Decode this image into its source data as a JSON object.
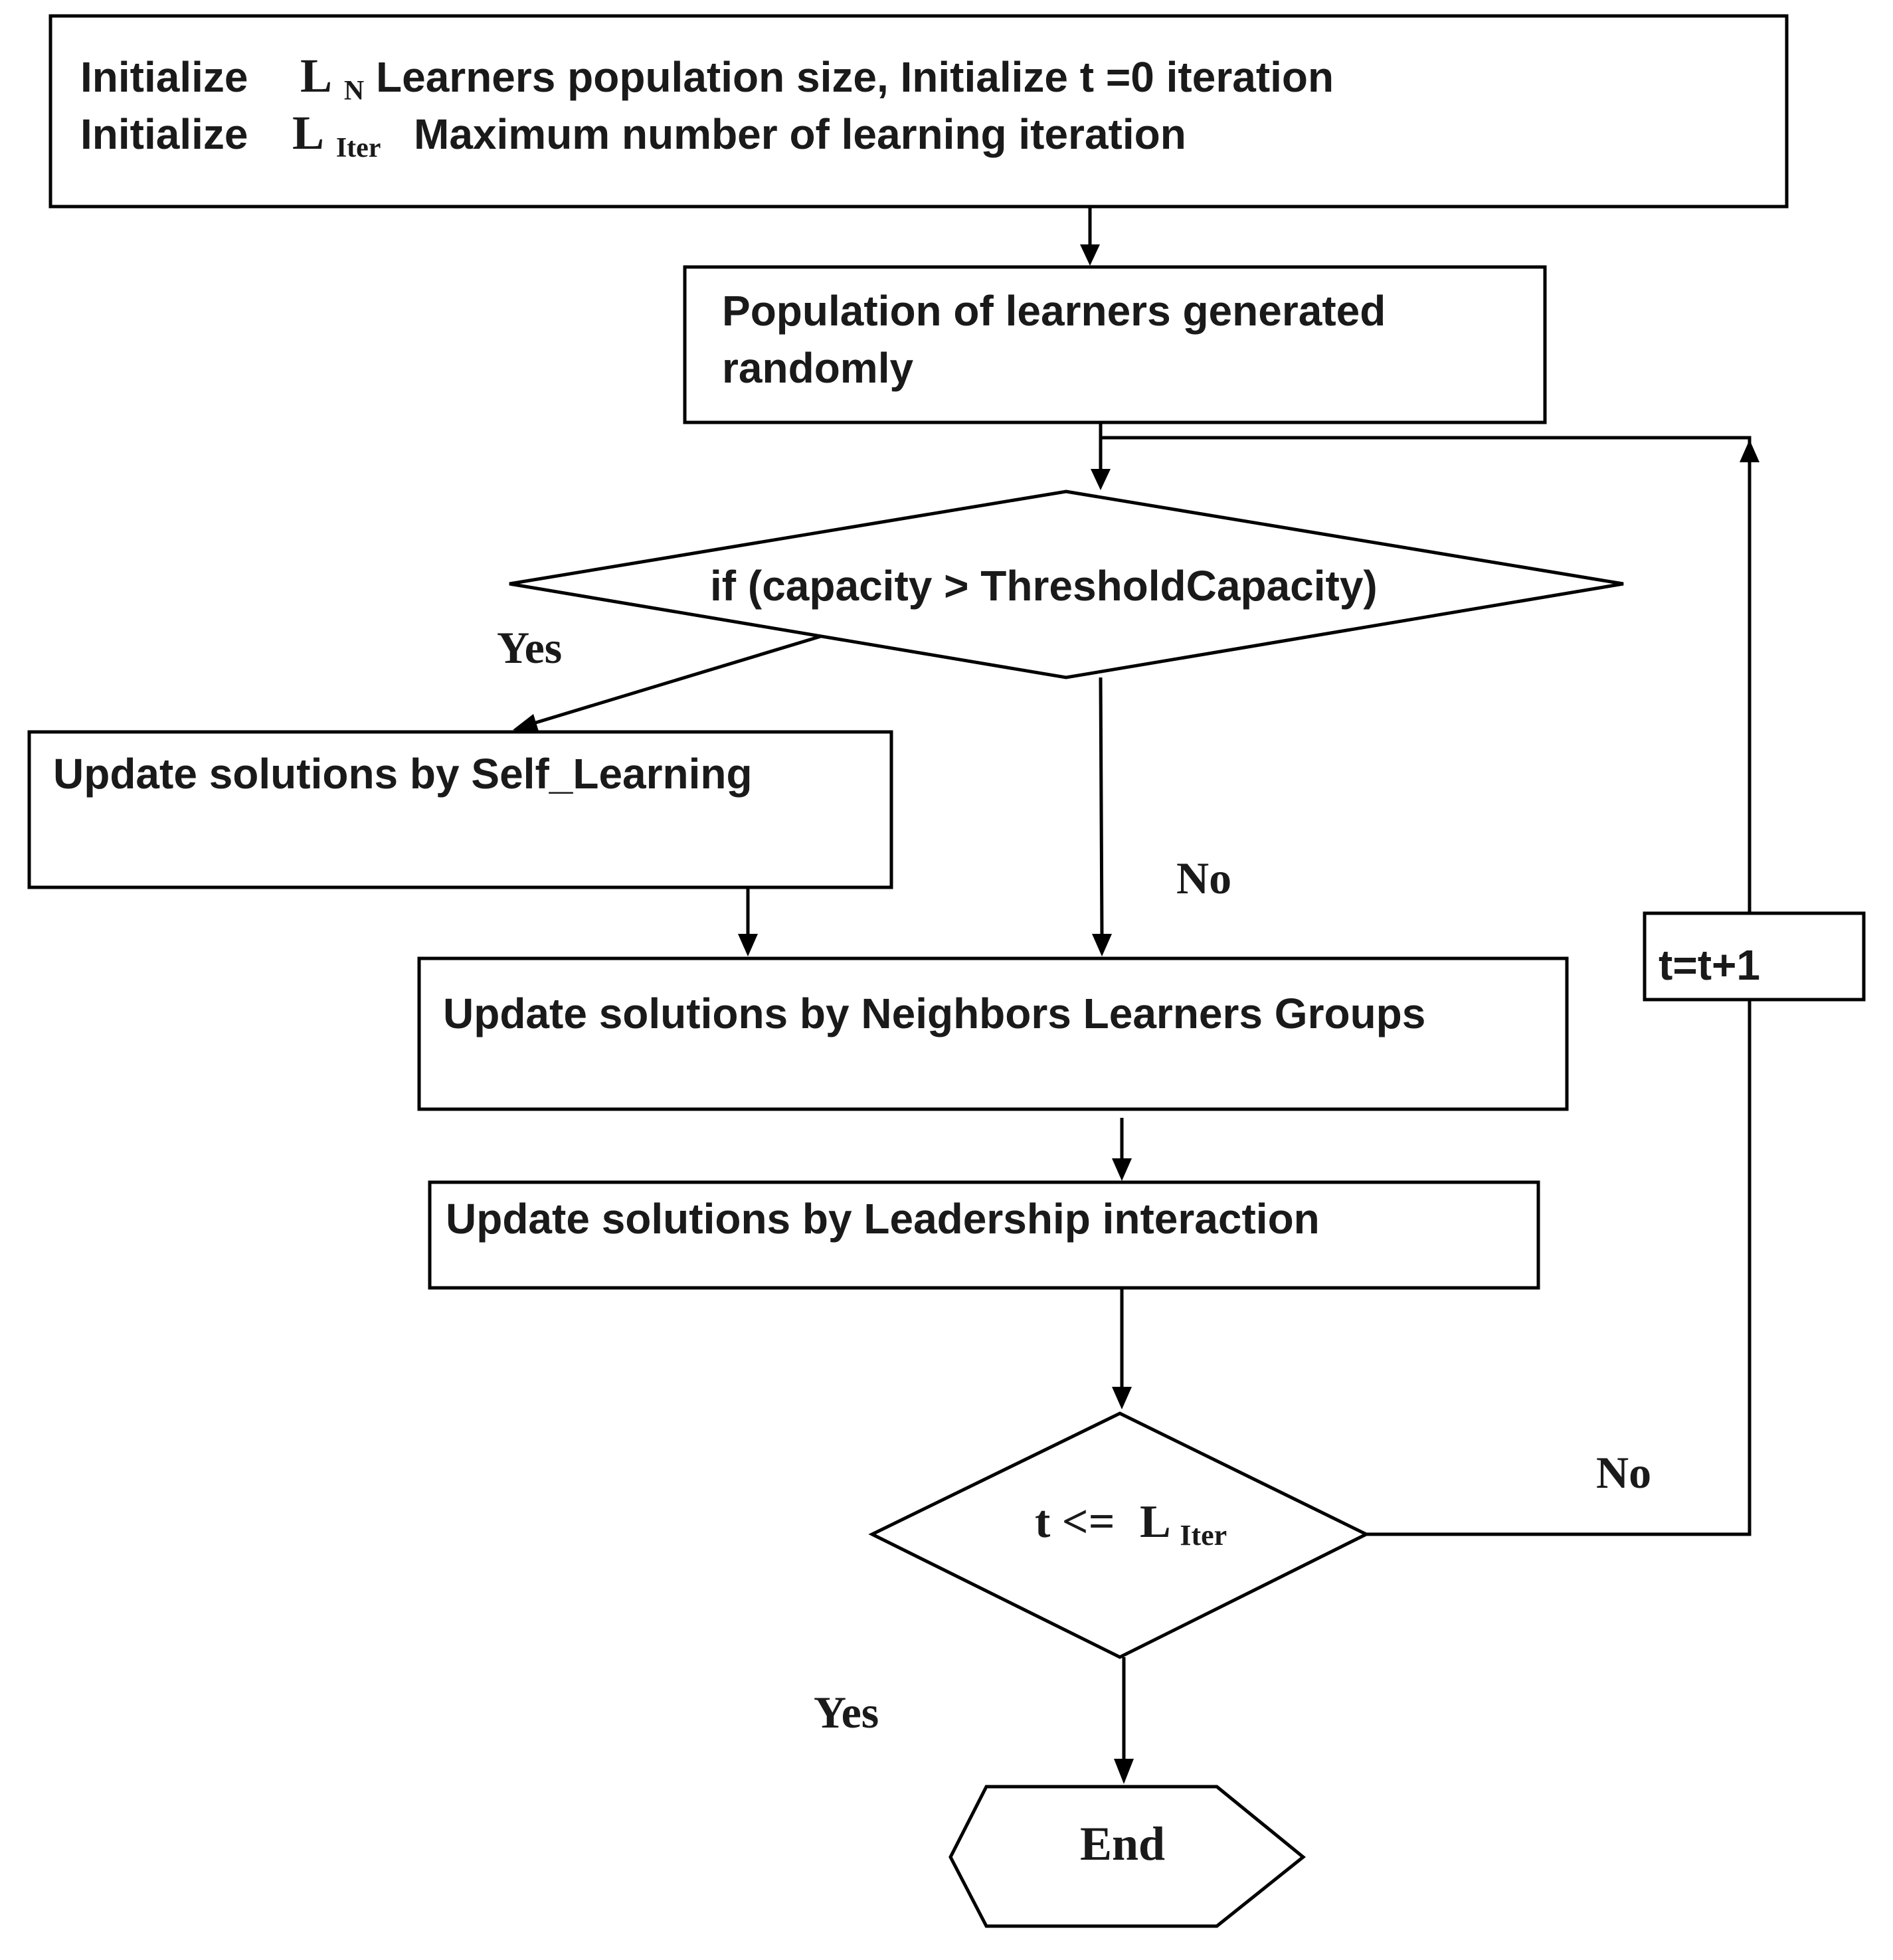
{
  "flowchart": {
    "init": {
      "line1_pre": "Initialize",
      "line1_sym": "L",
      "line1_sub": "N",
      "line1_post": "Learners population size,  Initialize t =0  iteration",
      "line2_pre": "Initialize",
      "line2_sym": "L",
      "line2_sub": "Iter",
      "line2_post": "Maximum number of learning iteration"
    },
    "population": {
      "line1": "Population of learners generated",
      "line2": "randomly"
    },
    "decision_capacity": {
      "label": "if (capacity > ThresholdCapacity)"
    },
    "self_learning": {
      "label": "Update solutions by  Self_Learning"
    },
    "neighbors": {
      "label": "Update solutions by Neighbors Learners Groups"
    },
    "leadership": {
      "label": "Update solutions by Leadership interaction"
    },
    "decision_iter": {
      "pre": "t <=",
      "sym": "L",
      "sub": "Iter"
    },
    "increment": {
      "label": "t=t+1"
    },
    "end": {
      "label": "End"
    },
    "labels": {
      "yes_capacity": "Yes",
      "no_capacity": "No",
      "no_iter": "No",
      "yes_iter": "Yes"
    }
  }
}
